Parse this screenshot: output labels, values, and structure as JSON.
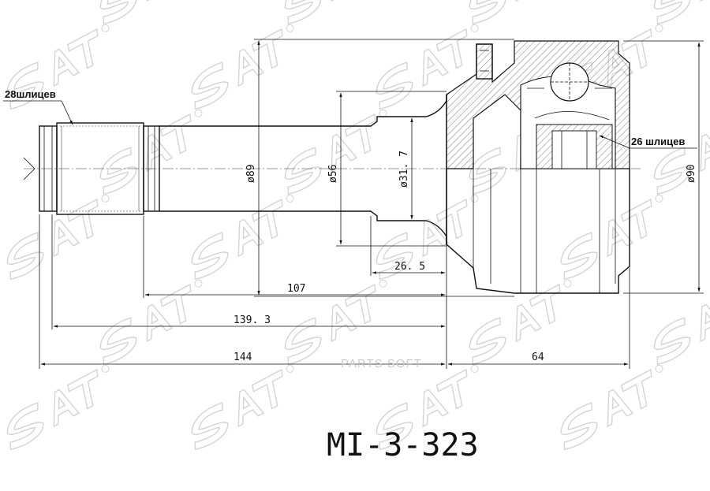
{
  "drawing": {
    "part_number": "MI-3-323",
    "watermark_text": "PARTS SOFT",
    "brand_logo": "SAT",
    "callouts": {
      "shaft_splines": "28шлицев",
      "bore_splines": "26 шлицев"
    },
    "diameters": {
      "d89": "ø89",
      "d56": "ø56",
      "d31_7": "ø31. 7",
      "d90": "ø90"
    },
    "lengths": {
      "l26_5": "26. 5",
      "l107": "107",
      "l139_3": "139. 3",
      "l144": "144",
      "l64": "64"
    }
  }
}
